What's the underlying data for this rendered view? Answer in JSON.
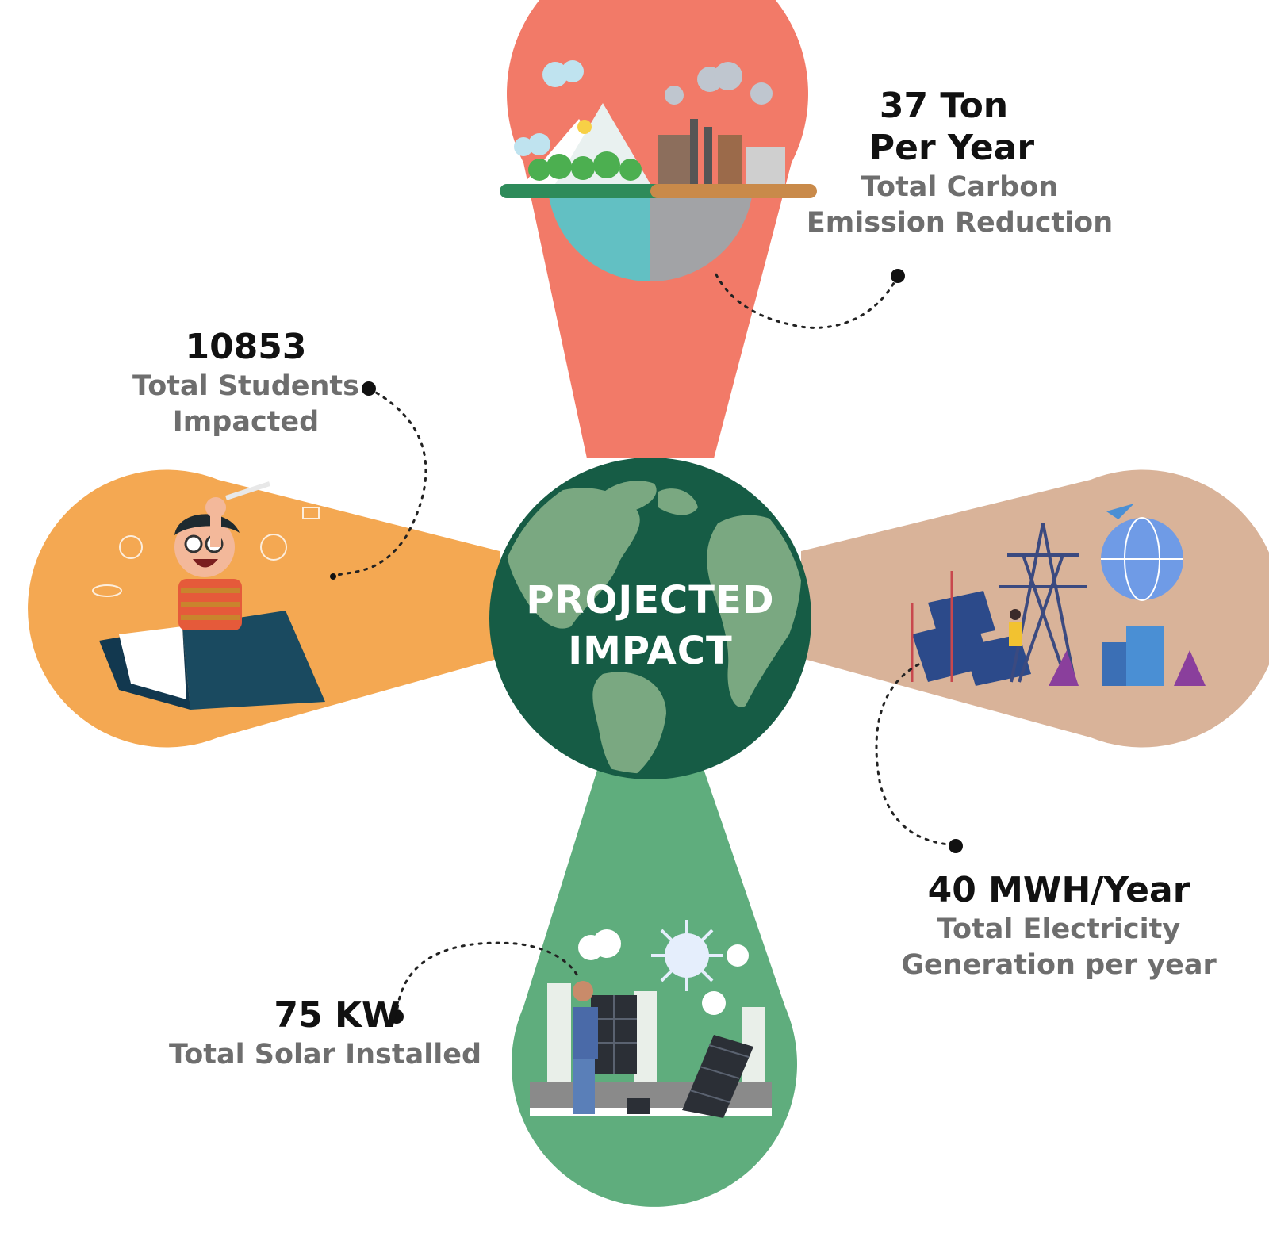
{
  "center": {
    "line1": "PROJECTED",
    "line2": "IMPACT"
  },
  "stats": {
    "carbon": {
      "value_line1": "37 Ton",
      "value_line2": "Per Year",
      "label_line1": "Total Carbon",
      "label_line2": "Emission Reduction"
    },
    "students": {
      "value": "10853",
      "label_line1": "Total Students",
      "label_line2": "Impacted"
    },
    "electricity": {
      "value": "40 MWH/Year",
      "label_line1": "Total Electricity",
      "label_line2": "Generation per year"
    },
    "solar": {
      "value": "75 KW",
      "label": "Total Solar Installed"
    }
  },
  "colors": {
    "top_petal": "#f27a68",
    "left_petal": "#f4a852",
    "right_petal": "#d9b399",
    "bottom_petal": "#5fad7d",
    "globe_ocean": "#165c45",
    "globe_land": "#7aa881"
  },
  "icons": {
    "top": "environment-factory-illustration",
    "left": "student-reading-book-illustration",
    "right": "wind-solar-power-grid-illustration",
    "bottom": "solar-panel-installer-illustration"
  }
}
